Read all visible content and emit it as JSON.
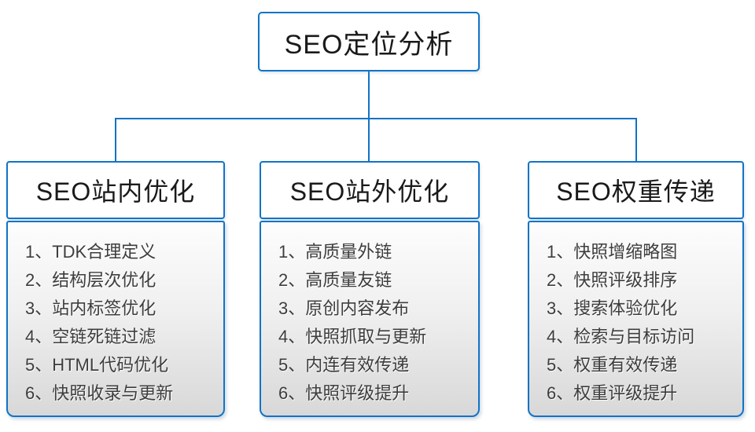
{
  "diagram": {
    "root": {
      "title": "SEO定位分析"
    },
    "columns": [
      {
        "title": "SEO站内优化",
        "items": [
          "1、TDK合理定义",
          "2、结构层次优化",
          "3、站内标签优化",
          "4、空链死链过滤",
          "5、HTML代码优化",
          "6、快照收录与更新"
        ]
      },
      {
        "title": "SEO站外优化",
        "items": [
          "1、高质量外链",
          "2、高质量友链",
          "3、原创内容发布",
          "4、快照抓取与更新",
          "5、内连有效传递",
          "6、快照评级提升"
        ]
      },
      {
        "title": "SEO权重传递",
        "items": [
          "1、快照增缩略图",
          "2、快照评级排序",
          "3、搜索体验优化",
          "4、检索与目标访问",
          "5、权重有效传递",
          "6、权重评级提升"
        ]
      }
    ],
    "colors": {
      "accent_blue": "#1173c6",
      "list_gradient_top": "#fdfdfd",
      "list_gradient_bottom": "#d8d8d8",
      "text_dark": "#1a1a1a",
      "text_list": "#3d3d3d"
    }
  }
}
